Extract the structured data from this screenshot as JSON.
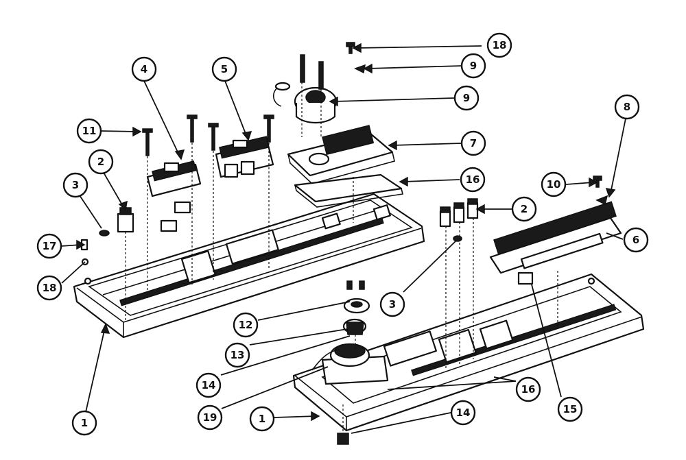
{
  "callouts": [
    {
      "id": "c18a",
      "label": "18"
    },
    {
      "id": "c9a",
      "label": "9"
    },
    {
      "id": "c9b",
      "label": "9"
    },
    {
      "id": "c7",
      "label": "7"
    },
    {
      "id": "c16a",
      "label": "16"
    },
    {
      "id": "c4",
      "label": "4"
    },
    {
      "id": "c5",
      "label": "5"
    },
    {
      "id": "c11",
      "label": "11"
    },
    {
      "id": "c2a",
      "label": "2"
    },
    {
      "id": "c3a",
      "label": "3"
    },
    {
      "id": "c17",
      "label": "17"
    },
    {
      "id": "c18b",
      "label": "18"
    },
    {
      "id": "c1a",
      "label": "1"
    },
    {
      "id": "c8a",
      "label": "8"
    },
    {
      "id": "c10",
      "label": "10"
    },
    {
      "id": "c2b",
      "label": "2"
    },
    {
      "id": "c6",
      "label": "6"
    },
    {
      "id": "c3b",
      "label": "3"
    },
    {
      "id": "c12",
      "label": "12"
    },
    {
      "id": "c13",
      "label": "13"
    },
    {
      "id": "c14a",
      "label": "14"
    },
    {
      "id": "c19",
      "label": "19"
    },
    {
      "id": "c1b",
      "label": "1"
    },
    {
      "id": "c14b",
      "label": "14"
    },
    {
      "id": "c16b",
      "label": "16"
    },
    {
      "id": "c15",
      "label": "15"
    }
  ]
}
